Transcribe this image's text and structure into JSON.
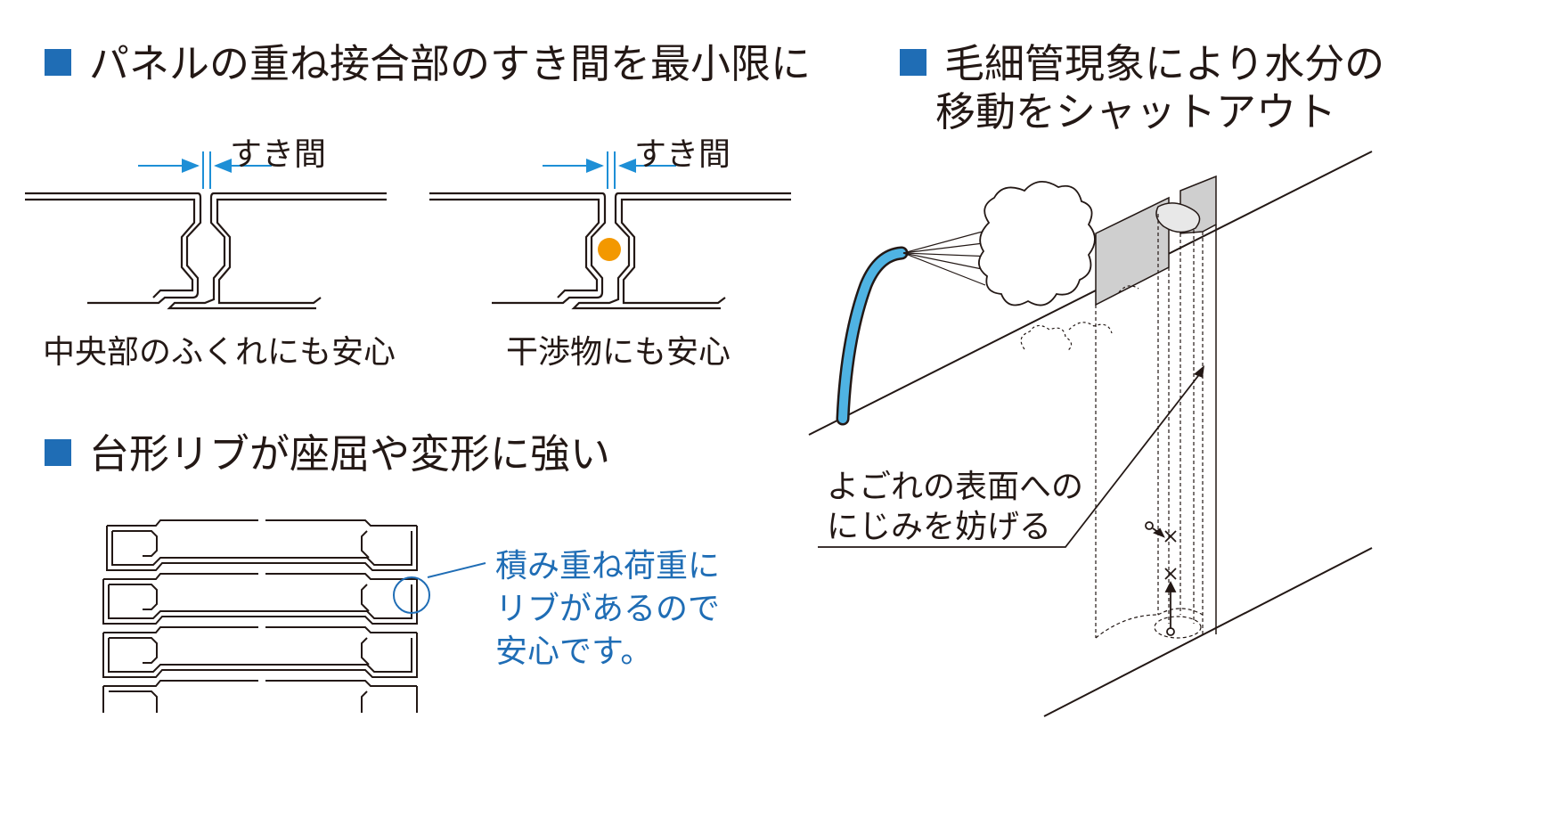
{
  "colors": {
    "bullet": "#1f6db5",
    "dimension": "#1e8fd6",
    "interference": "#f39800",
    "callout": "#1f6db5",
    "hose": "#4fb3e3",
    "panel_shade": "#cfcfcf",
    "line": "#231815"
  },
  "sections": {
    "joint": {
      "heading": "パネルの重ね接合部のすき間を最小限に"
    },
    "rib": {
      "heading": "台形リブが座屈や変形に強い"
    },
    "capillary": {
      "heading_line1": "毛細管現象により水分の",
      "heading_line2": "移動をシャットアウト"
    }
  },
  "joint_diagrams": {
    "gap_label_left": "すき間",
    "gap_label_right": "すき間",
    "caption_left": "中央部のふくれにも安心",
    "caption_right": "干渉物にも安心"
  },
  "rib_diagram": {
    "callout_line1": "積み重ね荷重に",
    "callout_line2": "リブがあるので",
    "callout_line3": "安心です。"
  },
  "capillary_diagram": {
    "callout_line1": "よごれの表面への",
    "callout_line2": "にじみを妨げる"
  },
  "icons": {
    "hose": "hose-spray-icon",
    "cross_mark": "x-mark-icon"
  }
}
